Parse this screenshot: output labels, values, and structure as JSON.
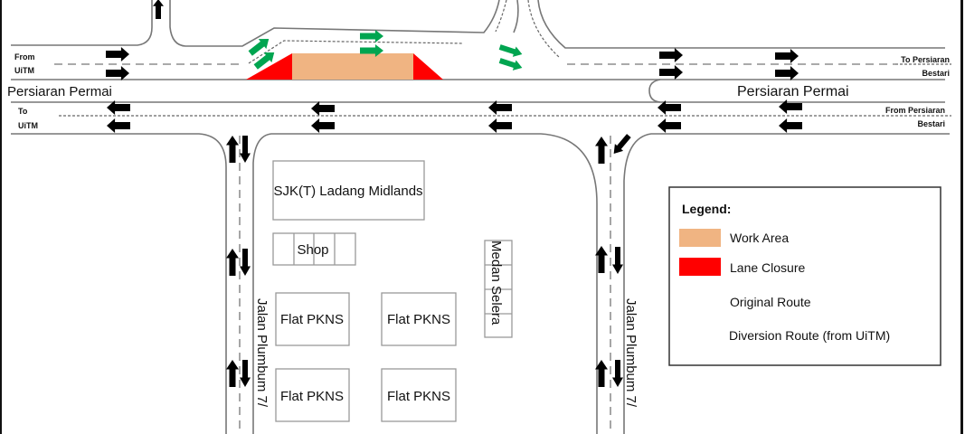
{
  "roads": {
    "main_left": "Persiaran Permai",
    "main_right": "Persiaran Permai",
    "side_left": "Jalan Plumbum 7/",
    "side_right": "Jalan Plumbum 7/"
  },
  "directions": {
    "from_uitm": [
      "From",
      "UiTM"
    ],
    "to_uitm": [
      "To",
      "UiTM"
    ],
    "to_persiaran_bestari": [
      "To Persiaran",
      "Bestari"
    ],
    "from_persiaran_bestari": [
      "From Persiaran",
      "Bestari"
    ]
  },
  "buildings": {
    "school": "SJK(T) Ladang Midlands",
    "shop": "Shop",
    "food_court": "Medan Selera",
    "flats": [
      "Flat PKNS",
      "Flat PKNS",
      "Flat PKNS",
      "Flat PKNS"
    ]
  },
  "legend": {
    "title": "Legend:",
    "items": [
      {
        "label": "Work Area",
        "type": "box",
        "color": "#F0B482"
      },
      {
        "label": "Lane Closure",
        "type": "box",
        "color": "#FF0000"
      },
      {
        "label": "Original Route",
        "type": "arrow",
        "color": "#000000"
      },
      {
        "label": "Diversion Route (from UiTM)",
        "type": "arrow",
        "color": "#00A550"
      }
    ]
  },
  "colors": {
    "work_area": "#F0B482",
    "lane_closure": "#FF0000",
    "original_route": "#000000",
    "diversion_route": "#00A550"
  }
}
